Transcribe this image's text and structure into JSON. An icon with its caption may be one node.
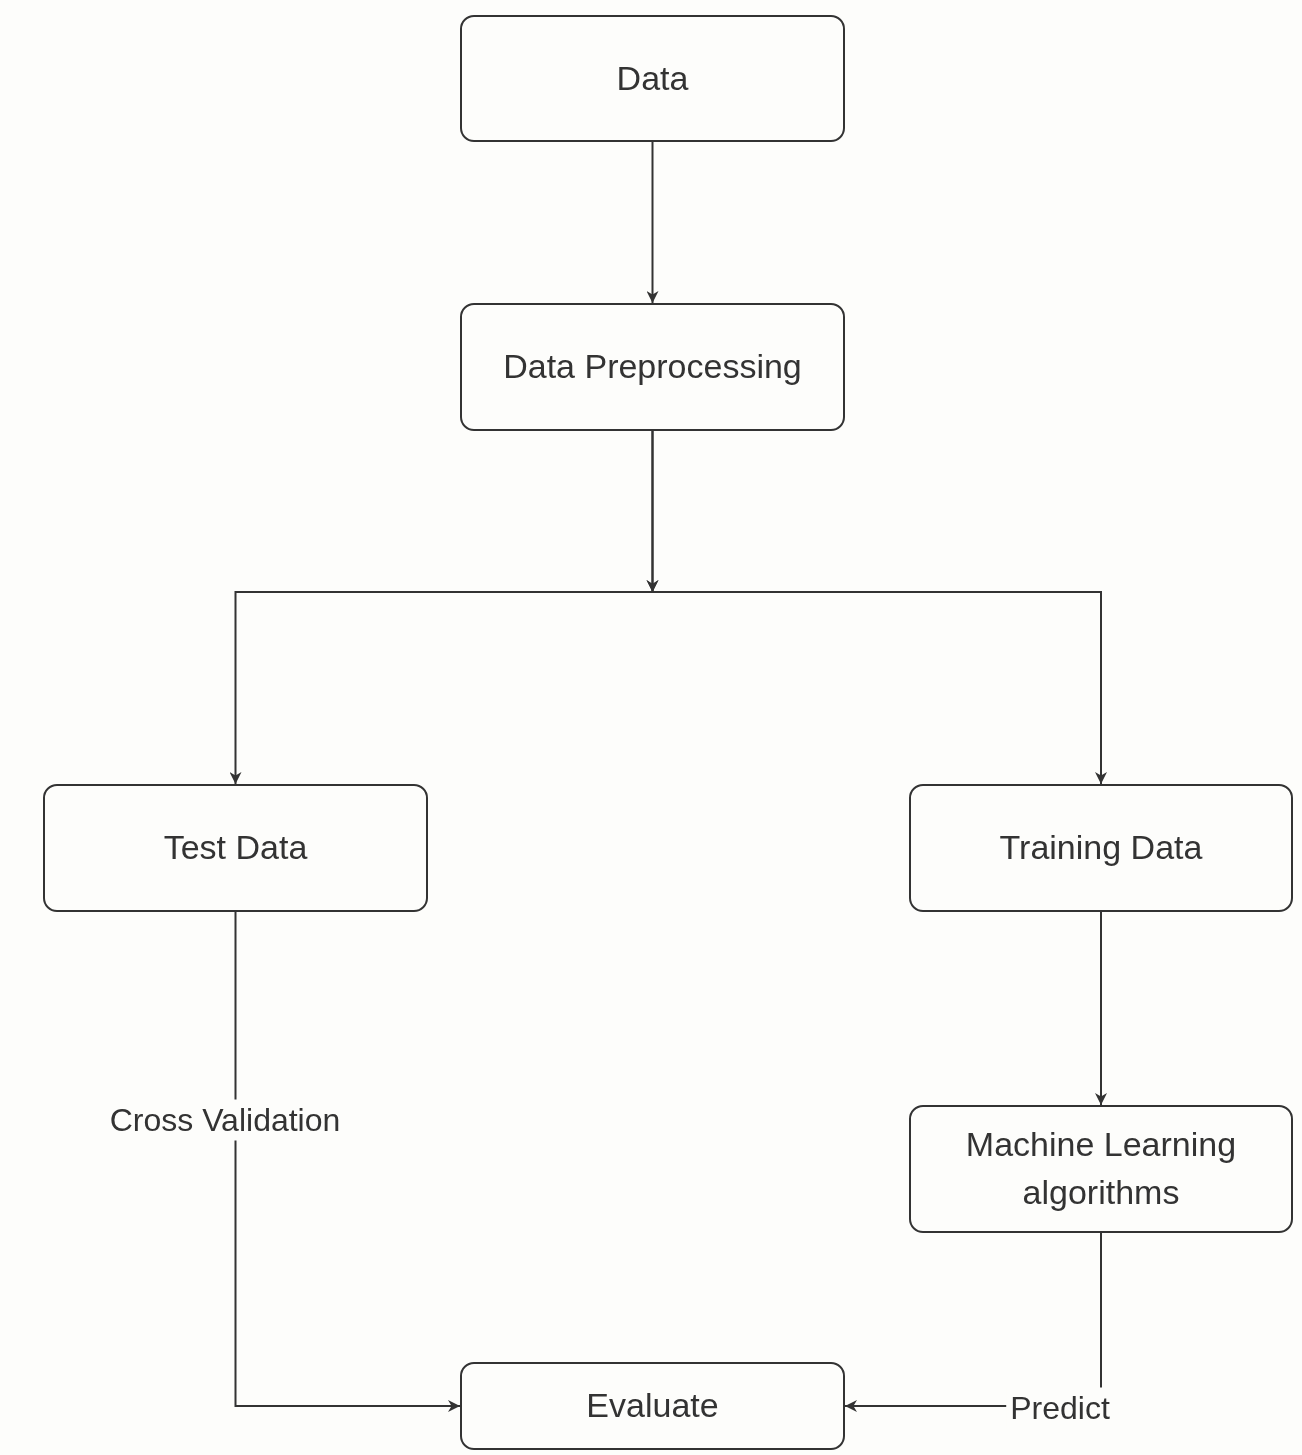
{
  "diagram": {
    "nodes": [
      {
        "text": [
          "Data"
        ]
      },
      {
        "text": [
          "Data Preprocessing"
        ]
      },
      {
        "text": [
          "Test Data"
        ]
      },
      {
        "text": [
          "Training Data"
        ]
      },
      {
        "text": [
          "Machine Learning algorithms"
        ]
      },
      {
        "text": [
          "Evaluate"
        ]
      }
    ],
    "edges": [
      {
        "from": 0,
        "to": 1,
        "arrow": "to"
      },
      {
        "from": 1,
        "to": 2,
        "arrow": "to"
      },
      {
        "from": 1,
        "to": 3,
        "arrow": "to"
      },
      {
        "from": 2,
        "to": 5,
        "arrow": "to",
        "label": "Cross Validation"
      },
      {
        "from": 3,
        "to": 4,
        "arrow": "to"
      },
      {
        "from": 4,
        "to": 5,
        "arrow": "to",
        "label": "Predict"
      }
    ]
  }
}
